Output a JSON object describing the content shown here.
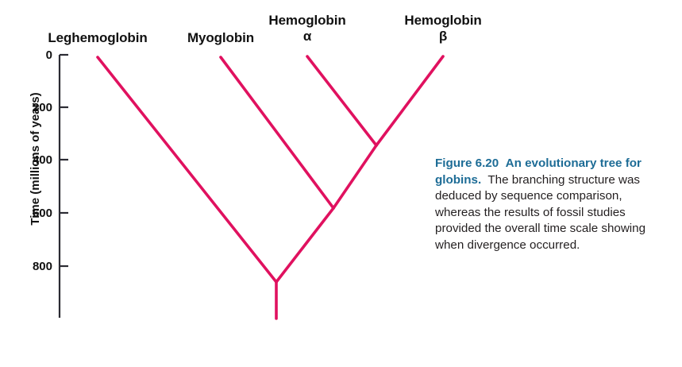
{
  "figure": {
    "title_label": "Figure 6.20",
    "caption_head": "An evolutionary tree for globins.",
    "caption_body": "The branching structure was deduced by sequence comparison, whereas the results of fossil studies provided the overall time scale showing when divergence occurred.",
    "accent_color": "#e0115f",
    "caption_head_color": "#1d6c96",
    "caption_body_color": "#231f20",
    "axis_color": "#2b2b33"
  },
  "axis": {
    "title": "Time (millions of years)",
    "unit": "millions of years",
    "ticks": [
      {
        "label": "0",
        "value": 0
      },
      {
        "label": "200",
        "value": 200
      },
      {
        "label": "400",
        "value": 400
      },
      {
        "label": "600",
        "value": 600
      },
      {
        "label": "800",
        "value": 800
      }
    ],
    "range_top": 0,
    "range_bottom": 1000,
    "direction": "top-is-present"
  },
  "taxa": [
    {
      "name": "Leghemoglobin",
      "line1": "Leghemoglobin",
      "line2": ""
    },
    {
      "name": "Myoglobin",
      "line1": "Myoglobin",
      "line2": ""
    },
    {
      "name": "Hemoglobin alpha",
      "line1": "Hemoglobin",
      "line2": "α"
    },
    {
      "name": "Hemoglobin beta",
      "line1": "Hemoglobin",
      "line2": "β"
    }
  ],
  "chart_data": {
    "type": "line",
    "title": "An evolutionary tree for globins",
    "xlabel": "",
    "ylabel": "Time (millions of years)",
    "ylim": [
      1000,
      0
    ],
    "grid": false,
    "legend": "none",
    "tick_labels": [
      "0",
      "200",
      "400",
      "600",
      "800"
    ],
    "tick_values": [
      0,
      200,
      400,
      600,
      800
    ],
    "leaves": [
      {
        "name": "Leghemoglobin",
        "time": 0
      },
      {
        "name": "Myoglobin",
        "time": 0
      },
      {
        "name": "Hemoglobin α",
        "time": 0
      },
      {
        "name": "Hemoglobin β",
        "time": 0
      }
    ],
    "nodes": [
      {
        "name": "globin-root",
        "divergence_time": 860,
        "children": [
          "Leghemoglobin",
          "vertebrate-globin-ancestor"
        ]
      },
      {
        "name": "vertebrate-globin-ancestor",
        "divergence_time": 585,
        "children": [
          "Myoglobin",
          "hemoglobin-ancestor"
        ]
      },
      {
        "name": "hemoglobin-ancestor",
        "divergence_time": 345,
        "children": [
          "Hemoglobin α",
          "Hemoglobin β"
        ]
      }
    ],
    "series": [
      {
        "name": "Leghemoglobin branch",
        "x": [
          123,
          348
        ],
        "values": [
          0,
          860
        ]
      },
      {
        "name": "Myoglobin branch",
        "x": [
          278,
          420
        ],
        "values": [
          0,
          585
        ]
      },
      {
        "name": "Hemoglobin alpha branch",
        "x": [
          387,
          474
        ],
        "values": [
          0,
          345
        ]
      },
      {
        "name": "Hemoglobin beta branch",
        "x": [
          558,
          474
        ],
        "values": [
          0,
          345
        ]
      },
      {
        "name": "hemoglobin-ancestor to vertebrate ancestor",
        "x": [
          474,
          420
        ],
        "values": [
          345,
          585
        ]
      },
      {
        "name": "vertebrate ancestor to root",
        "x": [
          420,
          348
        ],
        "values": [
          585,
          860
        ]
      },
      {
        "name": "root stem",
        "x": [
          348,
          348
        ],
        "values": [
          860,
          1000
        ]
      }
    ]
  }
}
